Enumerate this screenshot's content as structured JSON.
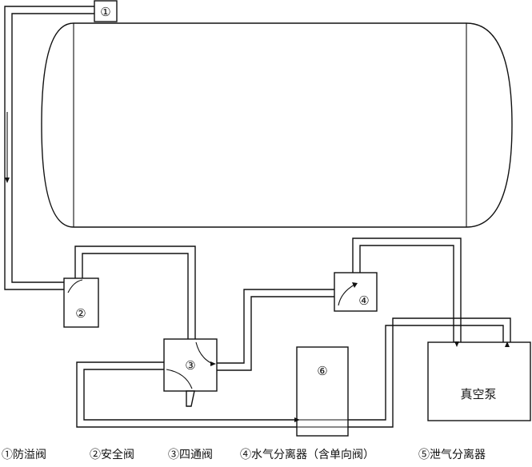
{
  "components": {
    "c1": "①",
    "c2": "②",
    "c3": "③",
    "c4": "④",
    "c6": "⑥",
    "pump": "真空泵"
  },
  "legend": {
    "i1": "①防溢阀",
    "i2": "②安全阀",
    "i3": "③四通阀",
    "i4": "④水气分离器（含单向阀）",
    "i5": "⑤泄气分离器"
  }
}
